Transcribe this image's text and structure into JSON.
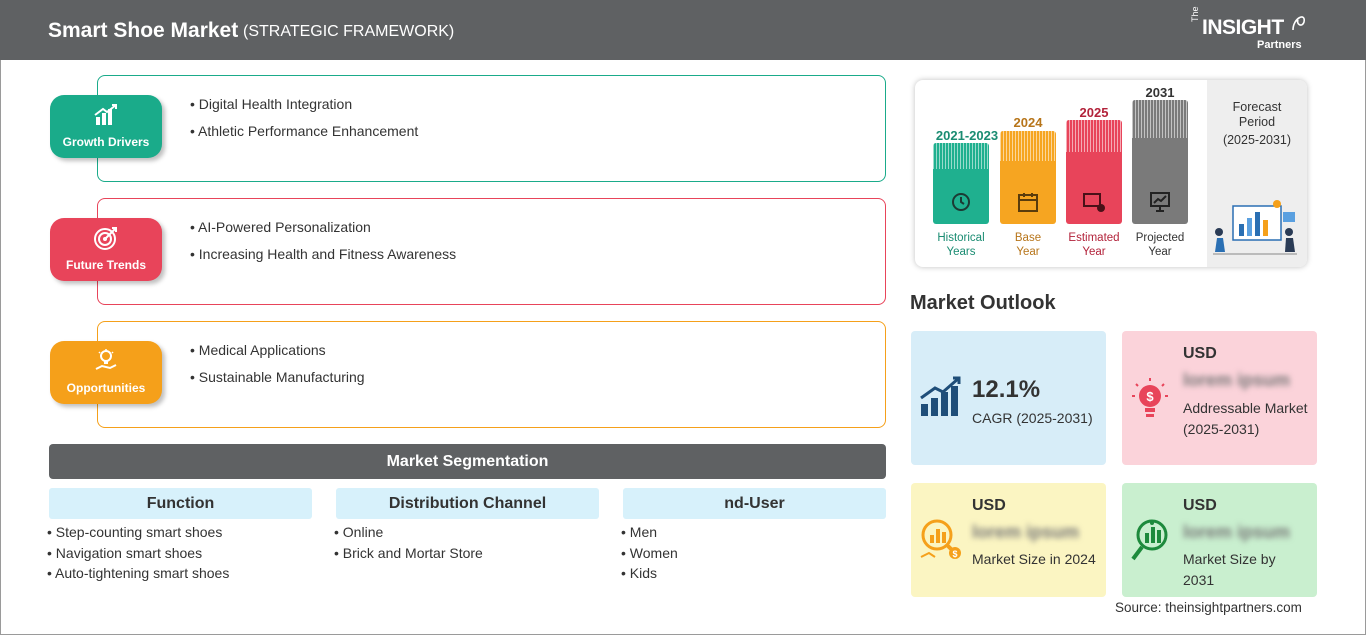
{
  "header": {
    "title": "Smart Shoe Market",
    "subtitle": "(STRATEGIC FRAMEWORK)",
    "logo": {
      "the": "The",
      "main": "INSIGHT",
      "partners": "Partners"
    }
  },
  "framework": [
    {
      "label": "Growth Drivers",
      "color": "#1aab8a",
      "icon": "bar-chart-growth-icon",
      "items": [
        "Digital Health Integration",
        "Athletic Performance Enhancement"
      ]
    },
    {
      "label": "Future Trends",
      "color": "#e8445a",
      "icon": "target-icon",
      "items": [
        "AI-Powered Personalization",
        "Increasing Health and Fitness Awareness"
      ]
    },
    {
      "label": "Opportunities",
      "color": "#f5a01a",
      "icon": "lightbulb-hand-icon",
      "items": [
        "Medical Applications",
        "Sustainable Manufacturing"
      ]
    }
  ],
  "segmentation": {
    "title": "Market Segmentation",
    "columns": [
      {
        "heading": "Function",
        "items": [
          "Step-counting smart shoes",
          "Navigation smart shoes",
          "Auto-tightening smart shoes"
        ]
      },
      {
        "heading": "Distribution Channel",
        "items": [
          "Online",
          "Brick and Mortar Store"
        ]
      },
      {
        "heading": "nd-User",
        "items": [
          "Men",
          "Women",
          "Kids"
        ]
      }
    ]
  },
  "timeline": {
    "periods": [
      {
        "year": "2021-2023",
        "label": [
          "Historical",
          "Years"
        ],
        "color": "#1fb08f",
        "year_color": "#1a8c72",
        "icon": "history-clock-icon"
      },
      {
        "year": "2024",
        "label": [
          "Base",
          "Year"
        ],
        "color": "#f6a521",
        "year_color": "#b7751a",
        "icon": "calendar-icon"
      },
      {
        "year": "2025",
        "label": [
          "Estimated",
          "Year"
        ],
        "color": "#e8445a",
        "year_color": "#b2223a",
        "icon": "estimate-chart-icon"
      },
      {
        "year": "2031",
        "label": [
          "Projected",
          "Year"
        ],
        "color": "#7a7a7a",
        "year_color": "#333333",
        "icon": "projection-board-icon"
      }
    ],
    "forecast": {
      "title": [
        "Forecast",
        "Period"
      ],
      "years": "(2025-2031)"
    }
  },
  "outlook": {
    "title": "Market Outlook",
    "cagr": {
      "value": "12.1%",
      "label": "CAGR (2025-2031)",
      "bg": "#d7edf8",
      "icon": "growth-chart-icon"
    },
    "addressable": {
      "usd": "USD",
      "blurred": "lorem ipsum",
      "label": "Addressable Market (2025-2031)",
      "bg": "#fbd3da",
      "icon": "money-bulb-icon"
    },
    "size2024": {
      "usd": "USD",
      "blurred": "lorem ipsum",
      "label": "Market Size in 2024",
      "bg": "#fbf5c2",
      "icon": "magnifier-chart-icon"
    },
    "size2031": {
      "usd": "USD",
      "blurred": "lorem ipsum",
      "label": "Market Size by 2031",
      "bg": "#c9efcf",
      "icon": "magnifier-bars-icon"
    }
  },
  "source": "Source: theinsightpartners.com"
}
